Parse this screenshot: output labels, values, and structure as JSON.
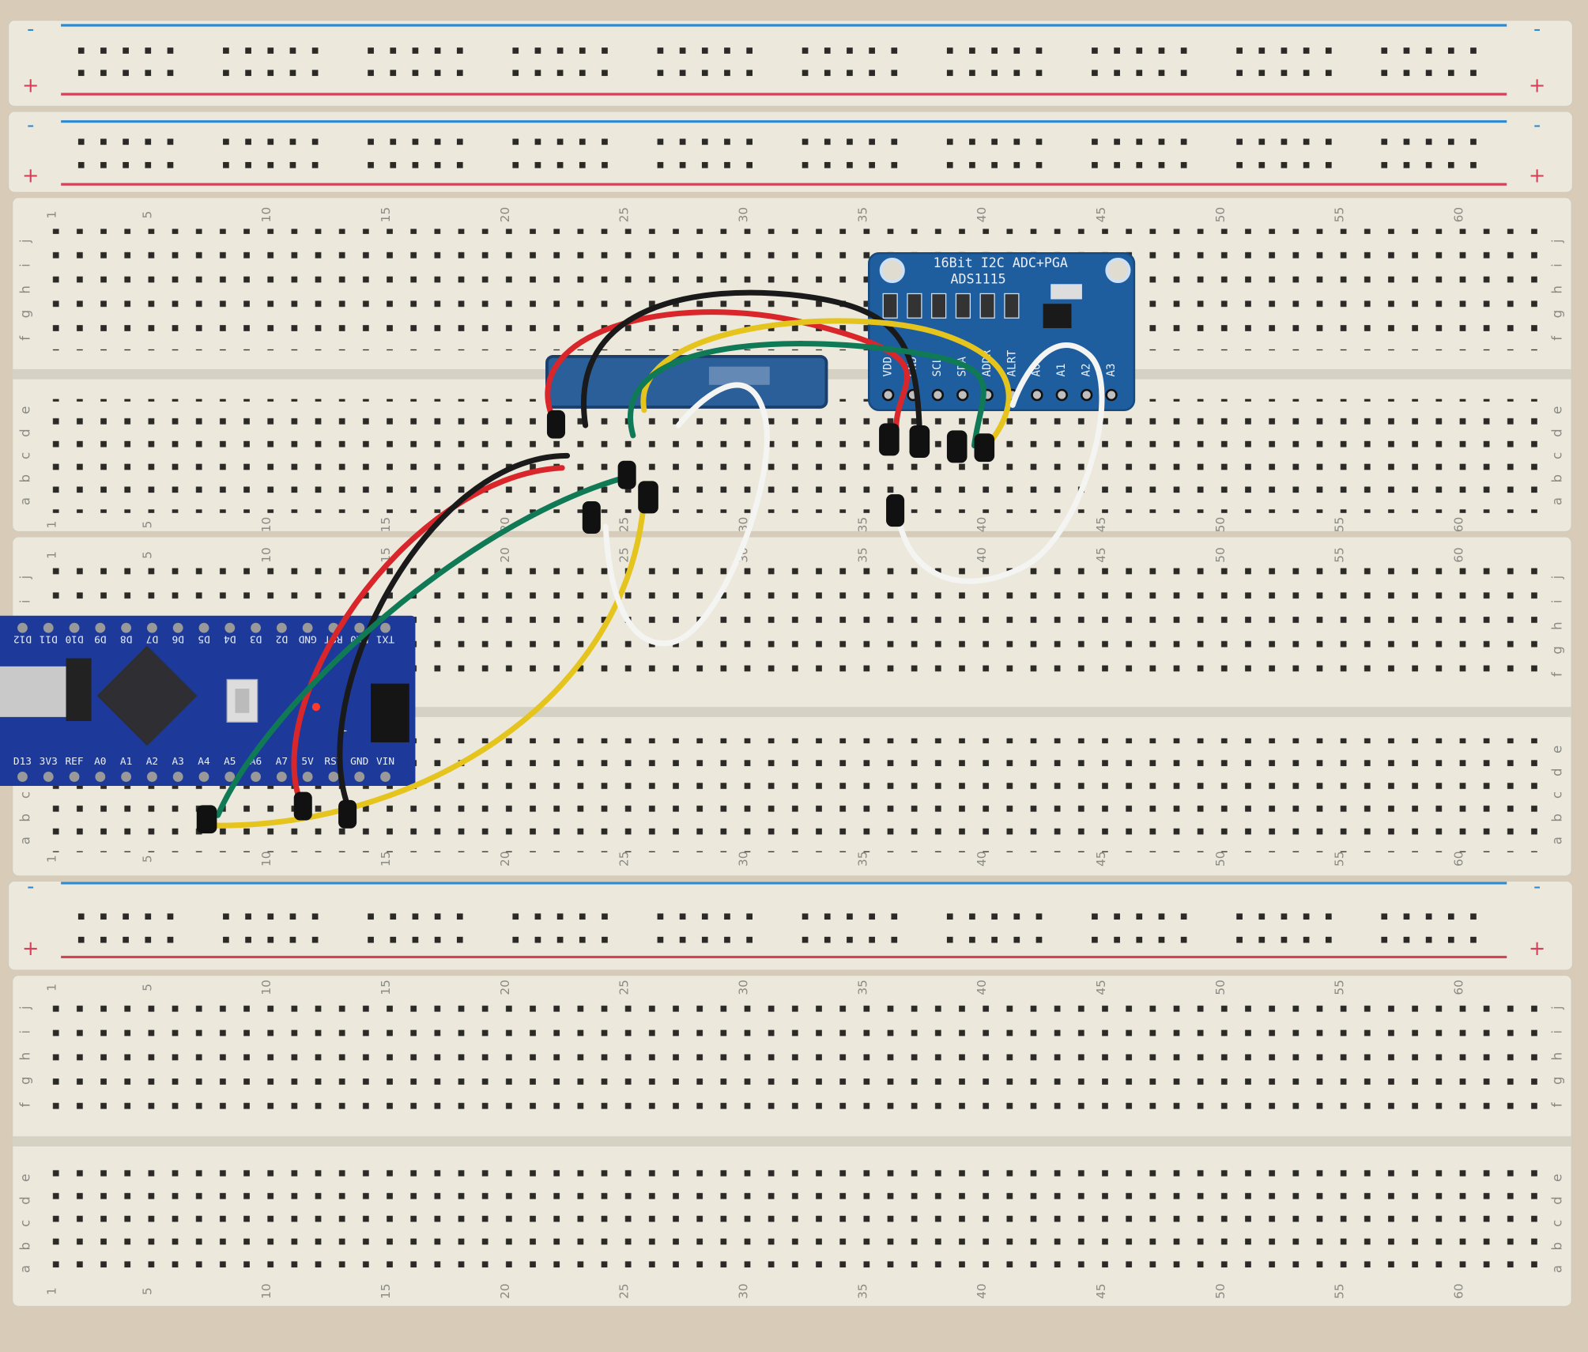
{
  "breadboard": {
    "column_numbers": [
      "1",
      "5",
      "10",
      "15",
      "20",
      "25",
      "30",
      "35",
      "40",
      "45",
      "50",
      "55",
      "60"
    ],
    "rows_upper": [
      "j",
      "i",
      "h",
      "g",
      "f"
    ],
    "rows_lower": [
      "e",
      "d",
      "c",
      "b",
      "a"
    ],
    "rail_minus": "-",
    "rail_plus": "+"
  },
  "ads_module": {
    "title": "16Bit I2C ADC+PGA",
    "part": "ADS1115",
    "pins": [
      "VDD",
      "GND",
      "SCL",
      "SDA",
      "ADDR",
      "ALRT",
      "A0",
      "A1",
      "A2",
      "A3"
    ]
  },
  "nano": {
    "top_pins": [
      "D12",
      "D11",
      "D10",
      "D9",
      "D8",
      "D7",
      "D6",
      "D5",
      "D4",
      "D3",
      "D2",
      "GND",
      "RST",
      "RX0",
      "TX1"
    ],
    "bottom_pins": [
      "D13",
      "3V3",
      "REF",
      "A0",
      "A1",
      "A2",
      "A3",
      "A4",
      "A5",
      "A6",
      "A7",
      "5V",
      "RST",
      "GND",
      "VIN"
    ],
    "led_label": "L"
  },
  "colors": {
    "board": "#ece9dc",
    "rail_blue": "#2a8ad6",
    "rail_red": "#d8405a",
    "wire_red": "#d9262a",
    "wire_black": "#1a1a1a",
    "wire_yellow": "#e5c41e",
    "wire_green": "#0f7a55",
    "wire_white": "#f4f4f2",
    "nano_pcb": "#1d3a9a",
    "ads_pcb": "#1f5e9e"
  }
}
